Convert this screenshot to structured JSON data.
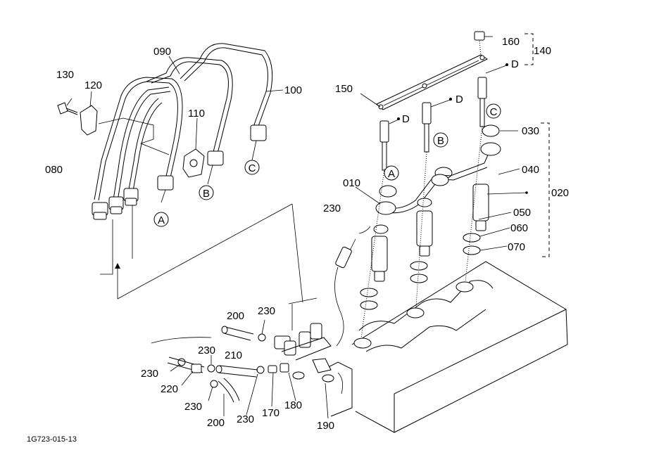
{
  "labels": {
    "p090": "090",
    "p100": "100",
    "p130": "130",
    "p120": "120",
    "p110": "110",
    "p080": "080",
    "p150": "150",
    "p160": "160",
    "p140": "140",
    "p030": "030",
    "p040": "040",
    "p020": "020",
    "p010": "010",
    "p050": "050",
    "p060": "060",
    "p070": "070",
    "p230a": "230",
    "p200a": "200",
    "p230b": "230",
    "p230c": "230",
    "p210": "210",
    "p230d": "230",
    "p220": "220",
    "p230e": "230",
    "p200b": "200",
    "p230f": "230",
    "p170": "170",
    "p180": "180",
    "p190": "190",
    "d1": "D",
    "d2": "D",
    "d3": "D"
  },
  "callouts": {
    "a1": "A",
    "b1": "B",
    "c1": "C",
    "a2": "A",
    "b2": "B",
    "c2": "C"
  },
  "drawing_code": "1G723-015-13"
}
